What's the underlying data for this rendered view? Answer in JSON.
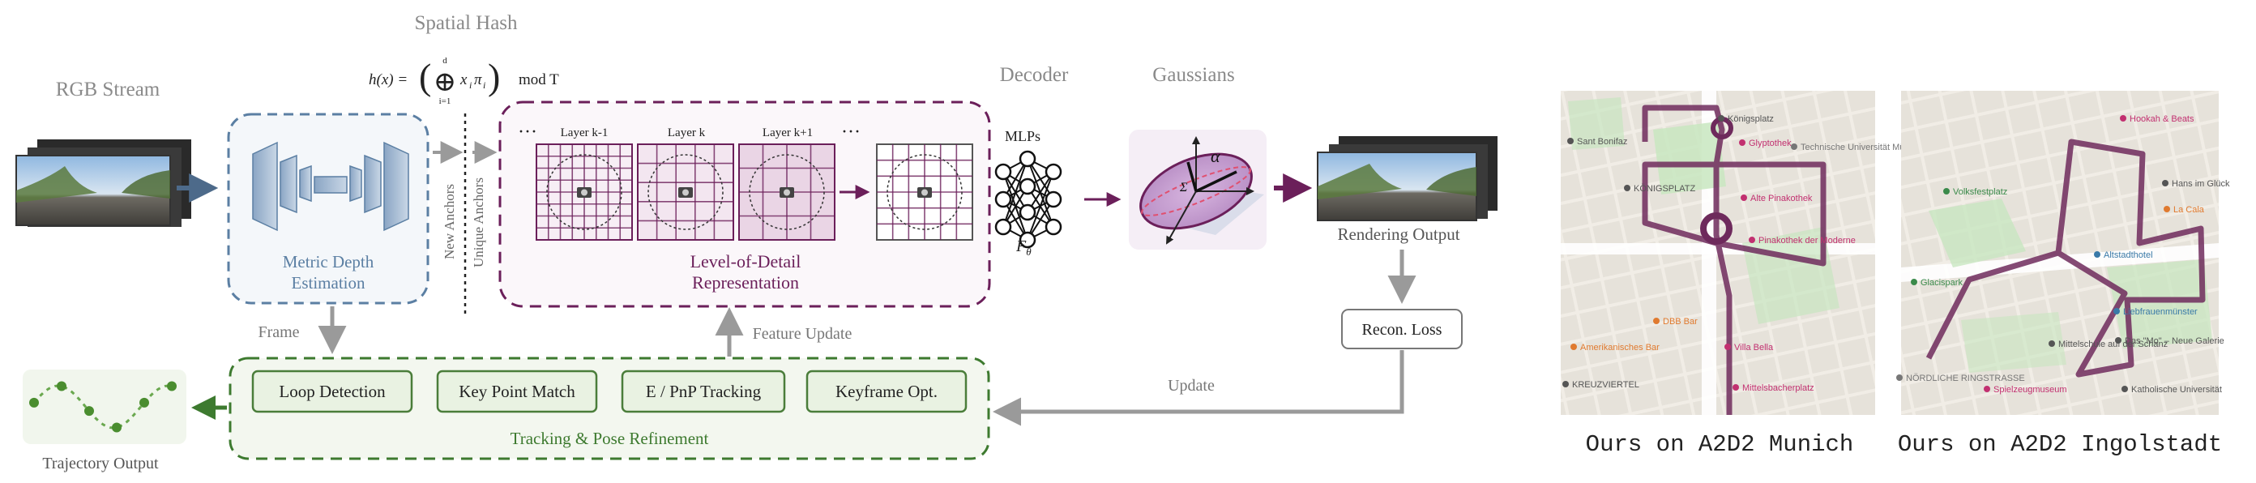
{
  "titles": {
    "rgb_stream": "RGB Stream",
    "spatial_hash": "Spatial Hash",
    "decoder": "Decoder",
    "gaussians": "Gaussians"
  },
  "hash": {
    "lhs": "h(x) =",
    "sum_top": "d",
    "sum_bottom": "i=1",
    "term": "x",
    "term_sub": "i",
    "pi": "π",
    "pi_sub": "i",
    "mod": "mod T"
  },
  "depth": {
    "line1": "Metric Depth",
    "line2": "Estimation"
  },
  "anchors": {
    "new": "New Anchors",
    "unique": "Unique Anchors"
  },
  "lod": {
    "dots_left": "···",
    "dots_right": "···",
    "layer_km1": "Layer k-1",
    "layer_k": "Layer k",
    "layer_kp1": "Layer k+1",
    "caption1": "Level-of-Detail",
    "caption2": "Representation"
  },
  "decoder_block": {
    "mlps": "MLPs",
    "f_theta": "F",
    "f_sub": "θ"
  },
  "gaussian_block": {
    "alpha": "α",
    "sigma": "Σ"
  },
  "rendering": {
    "label": "Rendering Output"
  },
  "loss": {
    "label": "Recon. Loss"
  },
  "flow": {
    "frame": "Frame",
    "feature_update": "Feature Update",
    "update": "Update"
  },
  "tracking": {
    "loop": "Loop Detection",
    "keypoint": "Key Point Match",
    "pnp": "E / PnP Tracking",
    "keyframe": "Keyframe Opt.",
    "caption": "Tracking & Pose Refinement"
  },
  "trajectory": {
    "label": "Trajectory Output"
  },
  "map_munich": {
    "caption": "Ours on A2D2 Munich",
    "labels": [
      "Königsplatz",
      "Glyptothek",
      "KÖNIGSPLATZ",
      "Alte Pinakothek",
      "Pinakothek der Moderne",
      "DBB Bar",
      "Villa Bella",
      "Mittelsbacherplatz",
      "KREUZVIERTEL",
      "Technische Universität München",
      "Amerikanisches Bar",
      "Sant Bonifaz"
    ]
  },
  "map_ingolstadt": {
    "caption": "Ours on A2D2 Ingolstadt",
    "labels": [
      "Hookah & Beats",
      "Volksfestplatz",
      "Hans im Glück",
      "La Cala",
      "Altstadthotel",
      "Glacispark",
      "Liebfrauenmünster",
      "Mittelschule auf der Schanz",
      "Das \"Mo\" – Neue Galerie",
      "Spielzeugmuseum",
      "Katholische Universität",
      "NÖRDLICHE RINGSTRASSE"
    ]
  },
  "colors": {
    "gray_text": "#8a8a8a",
    "blue": "#5b7fa3",
    "purple": "#6b1f5a",
    "green": "#3d7a2f",
    "route": "#6e2a5c"
  }
}
